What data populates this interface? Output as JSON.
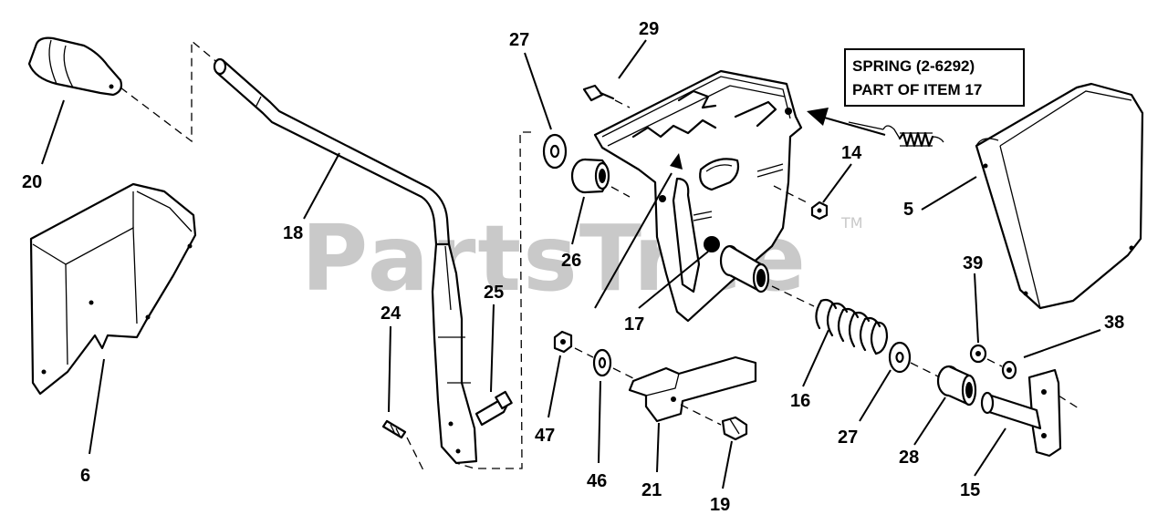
{
  "watermark": {
    "text": "PartsTree",
    "trademark": "TM"
  },
  "callout": {
    "line1": "SPRING (2-6292)",
    "line2": "PART OF ITEM 17"
  },
  "parts": [
    {
      "ref": "20"
    },
    {
      "ref": "18"
    },
    {
      "ref": "6"
    },
    {
      "ref": "24"
    },
    {
      "ref": "25"
    },
    {
      "ref": "27a",
      "label": "27"
    },
    {
      "ref": "29"
    },
    {
      "ref": "26"
    },
    {
      "ref": "17"
    },
    {
      "ref": "14"
    },
    {
      "ref": "5"
    },
    {
      "ref": "47"
    },
    {
      "ref": "46"
    },
    {
      "ref": "21"
    },
    {
      "ref": "19"
    },
    {
      "ref": "16"
    },
    {
      "ref": "27b",
      "label": "27"
    },
    {
      "ref": "28"
    },
    {
      "ref": "39"
    },
    {
      "ref": "38"
    },
    {
      "ref": "15"
    }
  ],
  "labels": {
    "p20": "20",
    "p18": "18",
    "p6": "6",
    "p24": "24",
    "p25": "25",
    "p27a": "27",
    "p29": "29",
    "p26": "26",
    "p17": "17",
    "p14": "14",
    "p5": "5",
    "p47": "47",
    "p46": "46",
    "p21": "21",
    "p19": "19",
    "p16": "16",
    "p27b": "27",
    "p28": "28",
    "p39": "39",
    "p38": "38",
    "p15": "15"
  }
}
